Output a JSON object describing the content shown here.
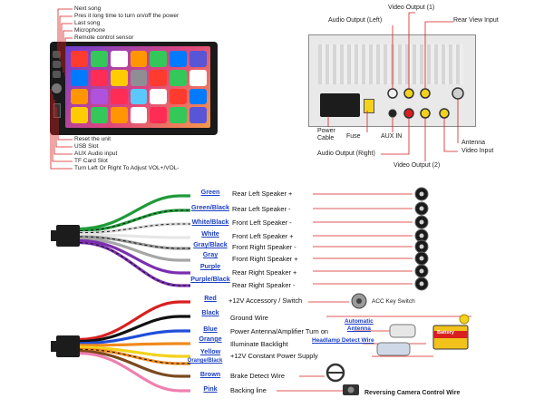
{
  "head_unit": {
    "callouts": [
      "Next song",
      "Pres it long time to turn on/off the power",
      "Last song",
      "Microphone",
      "Remote control sensor",
      "Reset the unit",
      "USB Slot",
      "AUX Audio input",
      "TF Card Slot",
      "Turn Left Or Right To Adjust VOL+/VOL-"
    ]
  },
  "rear_panel": {
    "labels": {
      "video_output_1": "Video Output (1)",
      "audio_output_left": "Audio Output (Left)",
      "rear_view_input": "Rear View Input",
      "power_cable": "Power\nCable",
      "fuse": "Fuse",
      "aux_in": "AUX IN",
      "antenna": "Antenna",
      "video_input": "Video Input",
      "audio_output_right": "Audio Output (Right)",
      "video_output_2": "Video Output (2)"
    }
  },
  "speaker_wires": [
    {
      "name": "Green",
      "desc": "Rear Left Speaker +",
      "color": "#1f9a3a"
    },
    {
      "name": "Green/Black",
      "desc": "Rear Left Speaker -",
      "color": "#1f9a3a"
    },
    {
      "name": "White/Black",
      "desc": "Front Left Speaker -",
      "color": "#d8d8d8"
    },
    {
      "name": "White",
      "desc": "Front Left Speaker +",
      "color": "#e6e6e6"
    },
    {
      "name": "Gray/Black",
      "desc": "Front Right Speaker -",
      "color": "#9a9a9a"
    },
    {
      "name": "Gray",
      "desc": "Front Right Speaker +",
      "color": "#a6a6a6"
    },
    {
      "name": "Purple",
      "desc": "Rear Right Speaker +",
      "color": "#7b2fb0"
    },
    {
      "name": "Purple/Black",
      "desc": "Rear Right Speaker -",
      "color": "#7b2fb0"
    }
  ],
  "power_wires": [
    {
      "name": "Red",
      "desc": "+12V Accessory / Switch",
      "color": "#d91f1f"
    },
    {
      "name": "Black",
      "desc": "Ground Wire",
      "color": "#111111"
    },
    {
      "name": "Blue",
      "desc": "Power Antenna/Amplifier Turn on",
      "color": "#1f4fd9"
    },
    {
      "name": "Orange",
      "desc": "Illuminate Backlight",
      "color": "#f08a1c"
    },
    {
      "name": "Yellow",
      "desc": "+12V Constant Power Supply",
      "color": "#f2d21c"
    },
    {
      "name": "Orange/Black",
      "desc": "",
      "color": "#f08a1c"
    },
    {
      "name": "Brown",
      "desc": "Brake Detect Wire",
      "color": "#7a4a1e"
    },
    {
      "name": "Pink",
      "desc": "Backing line",
      "color": "#ef7fb0"
    }
  ],
  "accessories": {
    "acc_key_switch": "ACC Key Switch",
    "automatic_antenna": "Automatic\nAntenna",
    "headlamp_detect_wire": "Headlamp Detect Wire",
    "battery": "Battery",
    "reversing_camera": "Reversing Camera Control Wire"
  }
}
